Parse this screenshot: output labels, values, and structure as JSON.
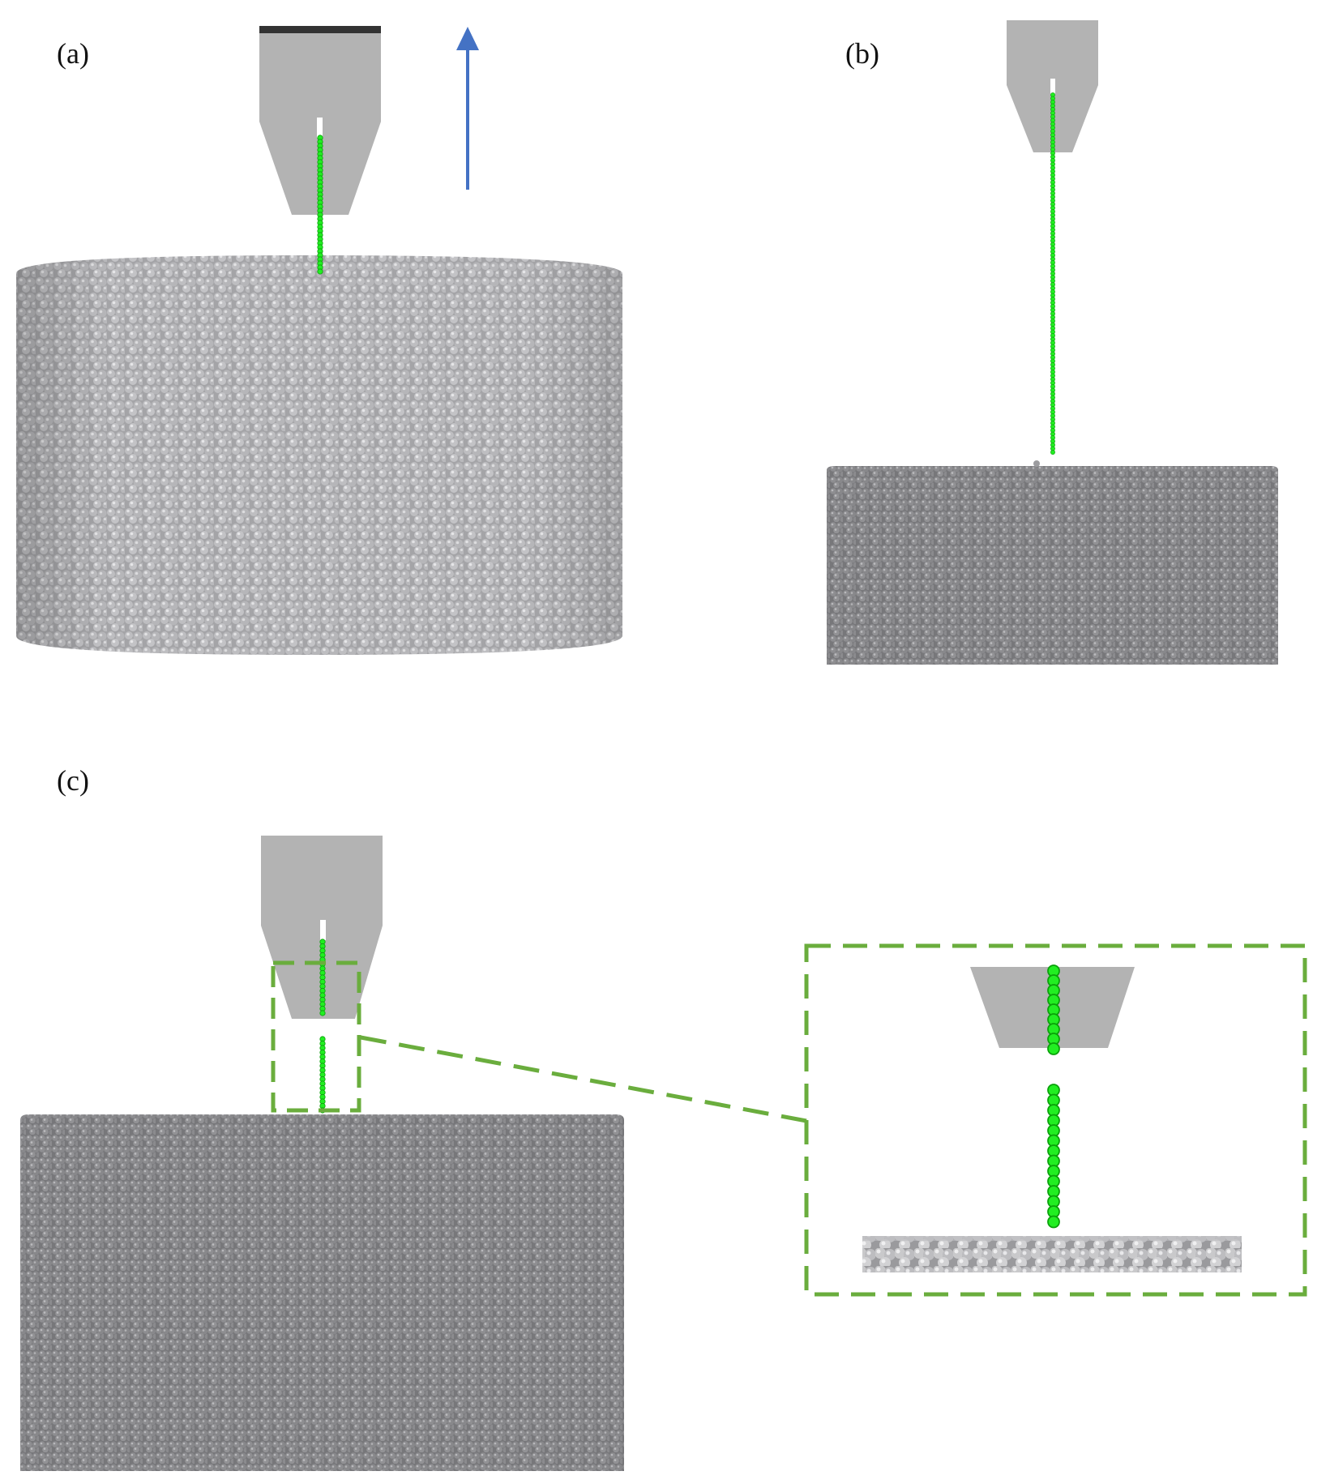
{
  "panels": {
    "a": {
      "label": "(a)"
    },
    "b": {
      "label": "(b)"
    },
    "c": {
      "label": "(c)"
    }
  },
  "colors": {
    "background": "#ffffff",
    "nozzle": "#b3b3b3",
    "nozzle_cap": "#333333",
    "nozzle_channel": "#ffffff",
    "particle_bed_light": "#a9a9ab",
    "particle_bed_dark": "#7d7d80",
    "particle_highlight": "#d8d8da",
    "filament_green": "#22ee22",
    "filament_green_dark": "#0aa00a",
    "arrow_blue": "#4472c4",
    "zoom_frame_green": "#6aad3d"
  },
  "icons": {
    "arrow": "up-arrow-icon",
    "nozzle": "nozzle-icon"
  }
}
